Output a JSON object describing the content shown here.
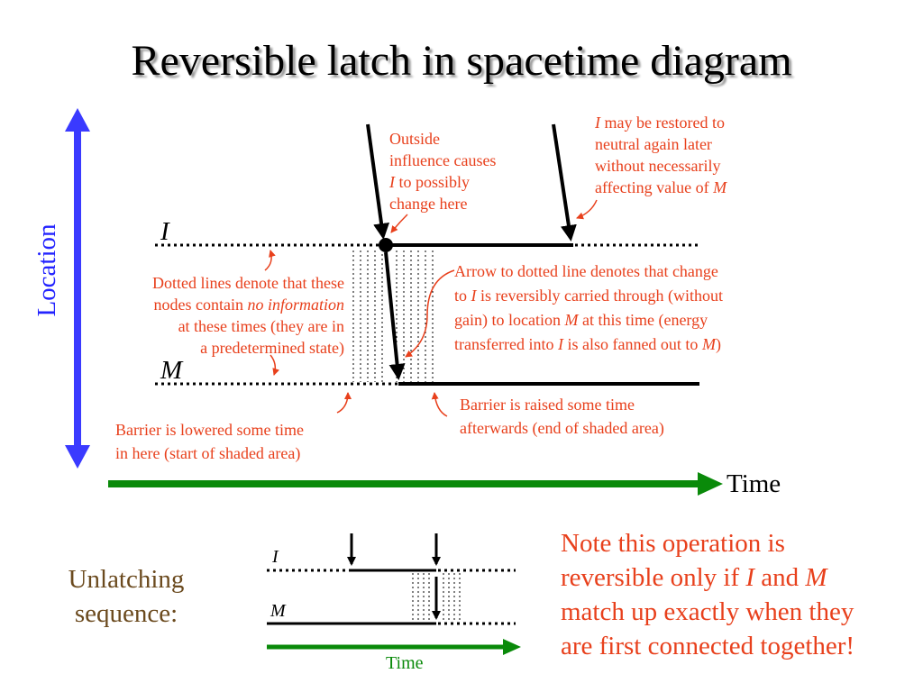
{
  "title": "Reversible latch in spacetime diagram",
  "axes": {
    "location": "Location",
    "time": "Time",
    "time_small": "Time"
  },
  "nodes": {
    "I": "I",
    "M": "M",
    "I_small": "I",
    "M_small": "M"
  },
  "annotations": {
    "outside": [
      "Outside",
      "influence causes",
      "I",
      " to possibly",
      "change here"
    ],
    "restored": [
      "I",
      " may be restored to",
      "neutral again later",
      "without necessarily",
      "affecting value of ",
      "M"
    ],
    "dotted": [
      "Dotted lines denote that these",
      "nodes contain ",
      "no information",
      "at these times (they are in",
      "a predetermined state)"
    ],
    "arrow": [
      "Arrow to dotted line denotes that change",
      "to ",
      "I",
      " is reversibly carried through (without",
      "gain) to location ",
      "M",
      " at this time (energy",
      "transferred into ",
      "I",
      " is also fanned out to ",
      "M",
      ")"
    ],
    "lowered": [
      "Barrier is lowered some time",
      "in here (start of shaded area)"
    ],
    "raised": [
      "Barrier is raised some time",
      "afterwards (end of shaded area)"
    ]
  },
  "unlatching": {
    "label_line1": "Unlatching",
    "label_line2": "sequence:"
  },
  "closing_note": [
    "Note this operation is",
    "reversible only if ",
    "I",
    " and ",
    "M",
    "match up exactly when they",
    "are first connected together!"
  ],
  "colors": {
    "axis_location": "#2323ff",
    "axis_time": "#0a8a0a",
    "annotation": "#e8401c",
    "unlatch_label": "#6b4a1e"
  }
}
